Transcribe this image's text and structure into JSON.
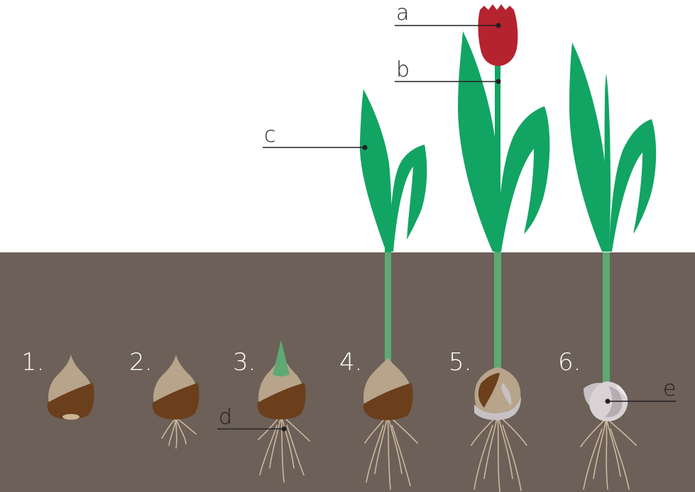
{
  "colors": {
    "sky": "#ffffff",
    "soil": "#6c6058",
    "bulb_top": "#b7a48a",
    "bulb_bottom": "#6b3f1c",
    "leaf": "#12a463",
    "stem_underground": "#5ea973",
    "flower": "#b5232f",
    "root": "#cbb89c",
    "old_bulb": "#c7c1c5",
    "label_text": "#231f20",
    "stage_number_text": "#ffffff"
  },
  "stages": [
    {
      "number": "1."
    },
    {
      "number": "2."
    },
    {
      "number": "3."
    },
    {
      "number": "4."
    },
    {
      "number": "5."
    },
    {
      "number": "6."
    }
  ],
  "callouts": {
    "a": "a",
    "b": "b",
    "c": "c",
    "d": "d",
    "e": "e"
  }
}
